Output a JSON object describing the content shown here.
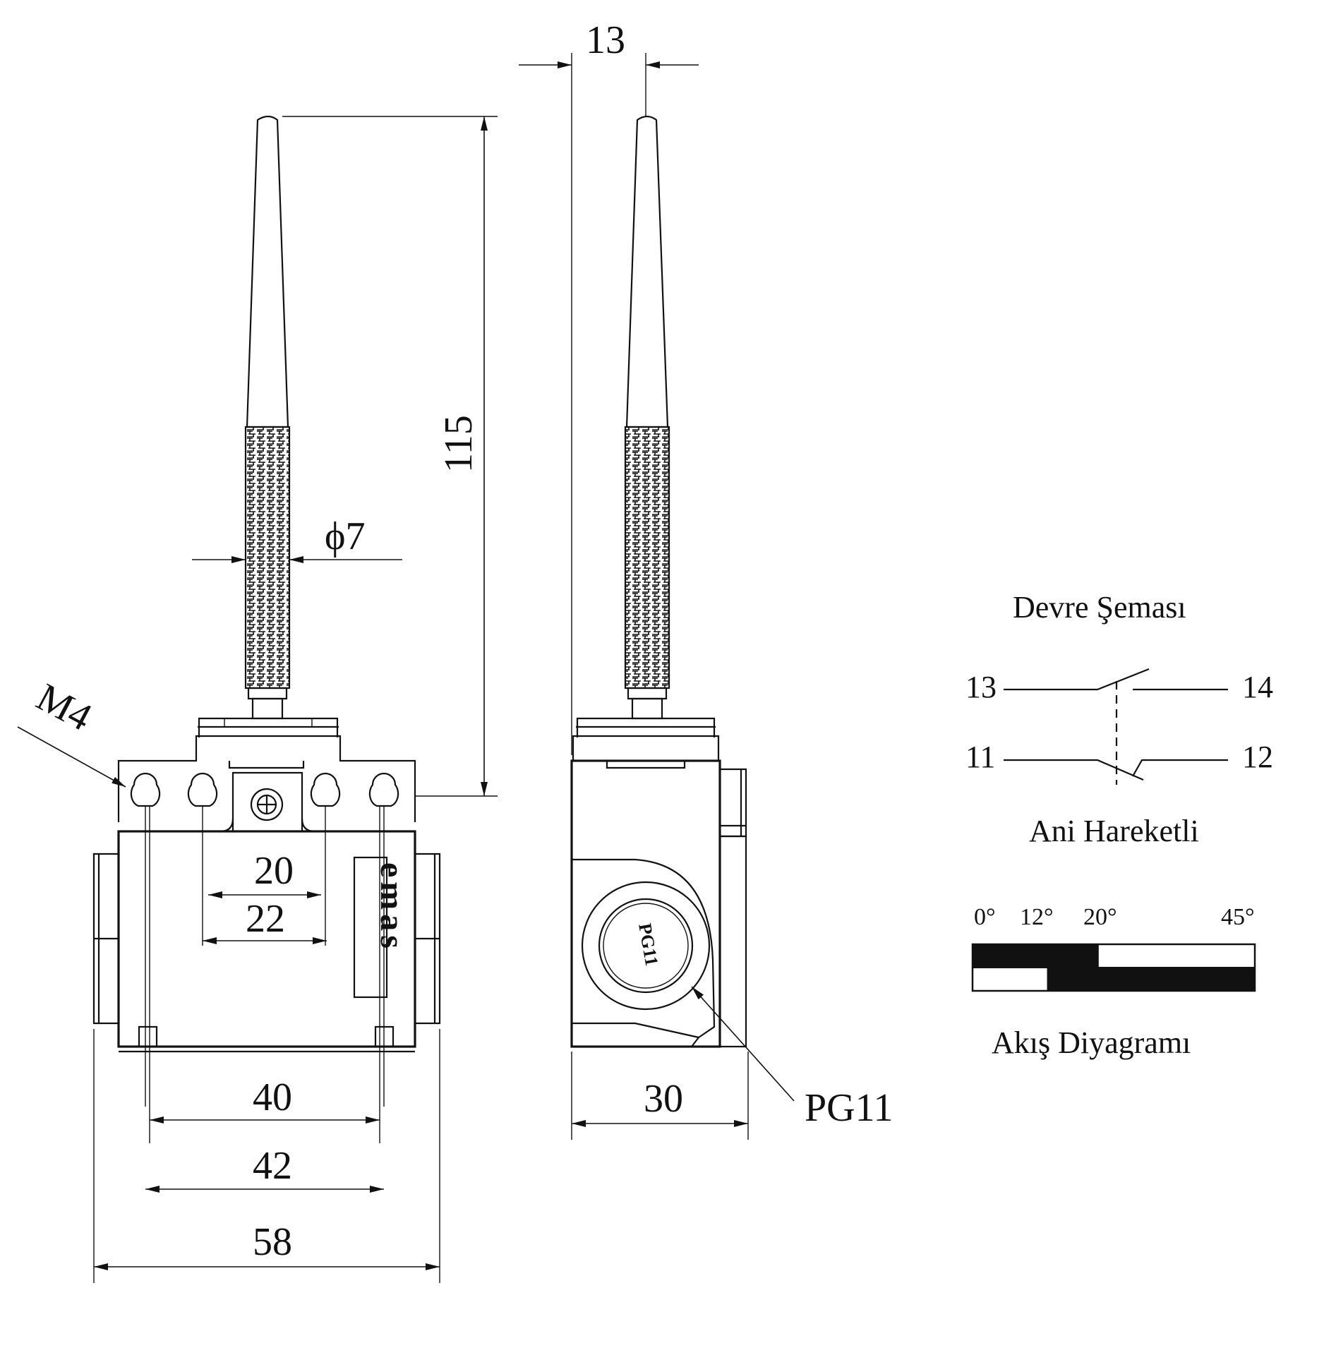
{
  "dimensions": {
    "top_offset": "13",
    "height": "115",
    "diameter": "ϕ7",
    "thread": "M4",
    "hole_20": "20",
    "hole_22": "22",
    "width_40": "40",
    "width_42": "42",
    "width_58": "58",
    "depth_30": "30",
    "gland": "PG11"
  },
  "brand_logo": "emas",
  "gland_marking": "PG11",
  "circuit": {
    "title": "Devre Şeması",
    "terminals": {
      "t13": "13",
      "t14": "14",
      "t11": "11",
      "t12": "12"
    },
    "action": "Ani Hareketli"
  },
  "flow": {
    "title": "Akış Diyagramı",
    "angles": [
      "0°",
      "12°",
      "20°",
      "45°"
    ],
    "rows": [
      [
        {
          "from": 0,
          "to": 20,
          "closed": true
        },
        {
          "from": 20,
          "to": 45,
          "closed": false
        }
      ],
      [
        {
          "from": 0,
          "to": 12,
          "closed": false
        },
        {
          "from": 12,
          "to": 45,
          "closed": true
        }
      ]
    ]
  }
}
